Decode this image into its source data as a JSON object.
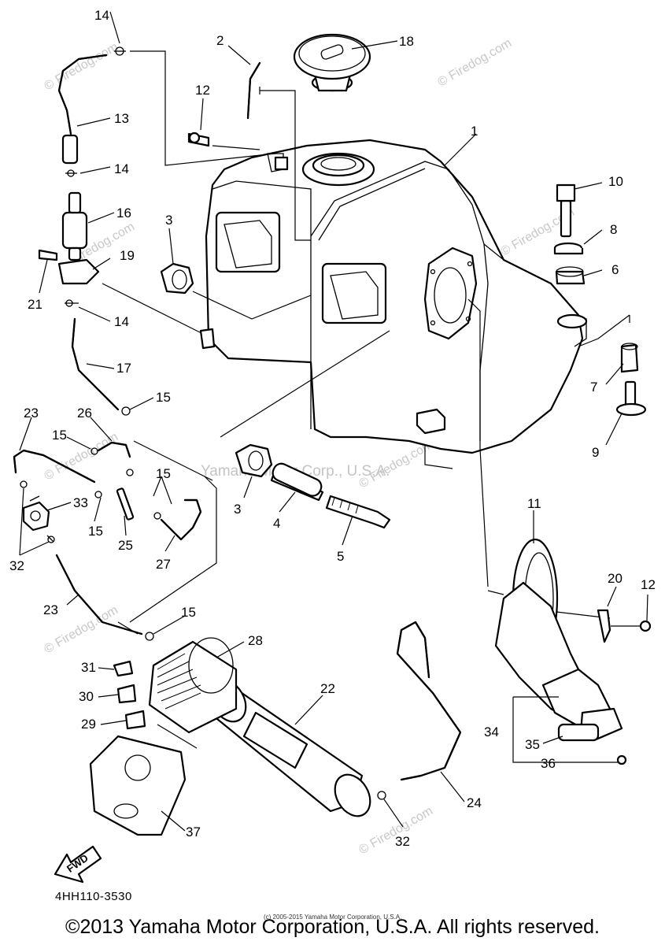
{
  "diagram": {
    "drawing_code": "4HH110-3530",
    "copyright_small": "(c) 2005-2015 Yamaha Motor Corporation, U.S.A.",
    "copyright": "©2013 Yamaha Motor Corporation, U.S.A. All rights reserved.",
    "fwd_label": "FWD",
    "watermarks": {
      "firedog": "© Firedog.com",
      "firedog_short": "Firedog.com",
      "yamaha": "Yamaha Motor Corp., U.S.A."
    },
    "callouts": [
      "1",
      "2",
      "3",
      "3",
      "4",
      "5",
      "6",
      "7",
      "8",
      "9",
      "10",
      "11",
      "12",
      "12",
      "13",
      "14",
      "14",
      "14",
      "15",
      "15",
      "15",
      "15",
      "15",
      "16",
      "17",
      "18",
      "19",
      "20",
      "21",
      "22",
      "23",
      "23",
      "24",
      "25",
      "26",
      "27",
      "28",
      "29",
      "30",
      "31",
      "32",
      "32",
      "33",
      "34",
      "35",
      "36",
      "37"
    ]
  }
}
